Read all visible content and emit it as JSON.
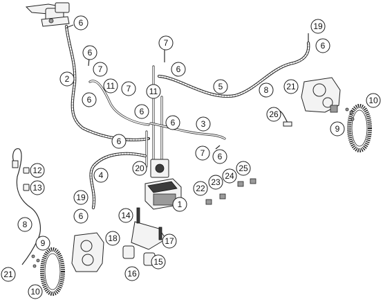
{
  "callouts": [
    {
      "label": "1"
    },
    {
      "label": "2"
    },
    {
      "label": "3"
    },
    {
      "label": "4"
    },
    {
      "label": "5"
    },
    {
      "label": "6"
    },
    {
      "label": "6"
    },
    {
      "label": "6"
    },
    {
      "label": "6"
    },
    {
      "label": "6"
    },
    {
      "label": "6"
    },
    {
      "label": "6"
    },
    {
      "label": "6"
    },
    {
      "label": "6"
    },
    {
      "label": "6"
    },
    {
      "label": "7"
    },
    {
      "label": "7"
    },
    {
      "label": "7"
    },
    {
      "label": "7"
    },
    {
      "label": "8"
    },
    {
      "label": "8"
    },
    {
      "label": "9"
    },
    {
      "label": "9"
    },
    {
      "label": "10"
    },
    {
      "label": "10"
    },
    {
      "label": "11"
    },
    {
      "label": "11"
    },
    {
      "label": "12"
    },
    {
      "label": "13"
    },
    {
      "label": "14"
    },
    {
      "label": "15"
    },
    {
      "label": "16"
    },
    {
      "label": "17"
    },
    {
      "label": "18"
    },
    {
      "label": "19"
    },
    {
      "label": "19"
    },
    {
      "label": "20"
    },
    {
      "label": "21"
    },
    {
      "label": "21"
    },
    {
      "label": "22"
    },
    {
      "label": "23"
    },
    {
      "label": "24"
    },
    {
      "label": "25"
    },
    {
      "label": "26"
    }
  ]
}
